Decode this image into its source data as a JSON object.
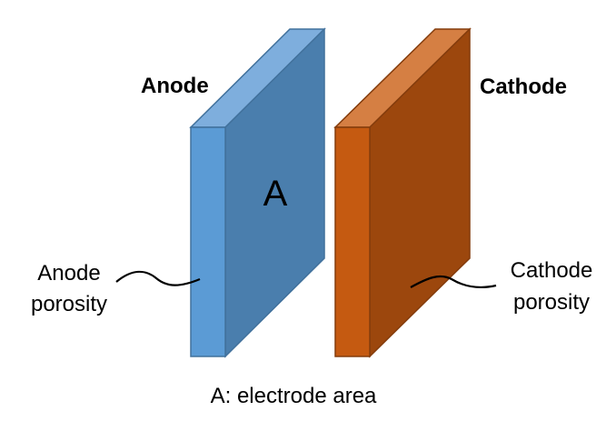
{
  "diagram": {
    "anode_title": "Anode",
    "cathode_title": "Cathode",
    "area_symbol": "A",
    "anode_porosity": [
      "Anode",
      "porosity"
    ],
    "cathode_porosity": [
      "Cathode",
      "porosity"
    ],
    "caption": "A: electrode area"
  },
  "colors": {
    "anode_front": "#5B9BD5",
    "anode_side": "#4A7EAD",
    "anode_top": "#7EAEDD",
    "cathode_front": "#C55A11",
    "cathode_side": "#9C470D",
    "cathode_top": "#D57F43",
    "edge_anode": "#41719C",
    "edge_cathode": "#843C0C"
  }
}
